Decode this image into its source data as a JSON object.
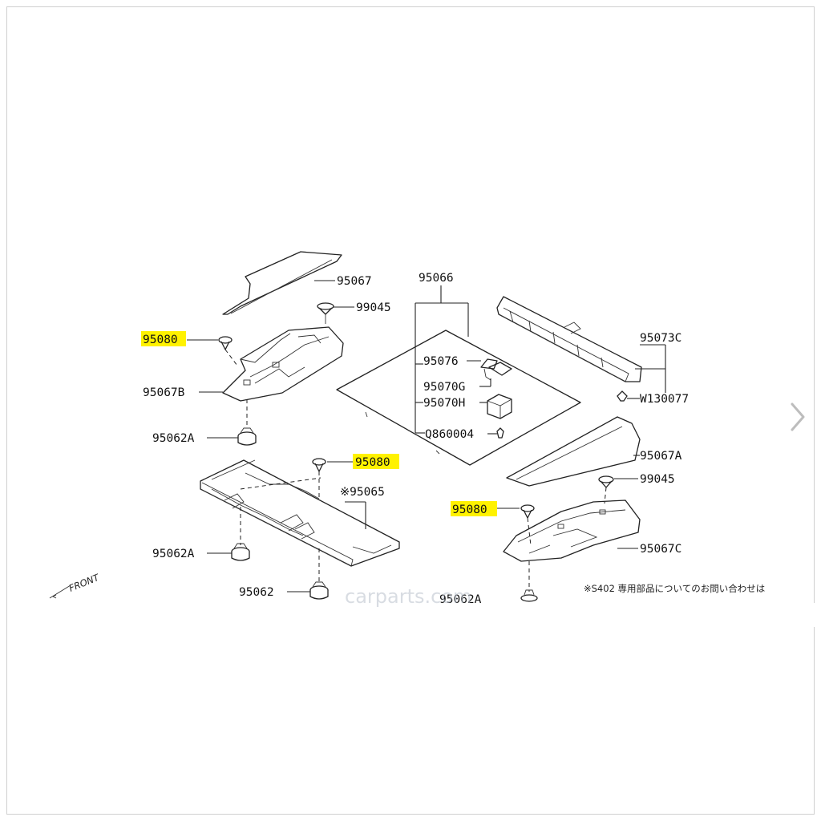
{
  "diagram": {
    "highlight_color": "#fff200",
    "labels": {
      "p95067": "95067",
      "p99045_top": "99045",
      "p95080_left": "95080",
      "p95067b": "95067B",
      "p95062a_top": "95062A",
      "p95080_mid": "95080",
      "p95065": "※95065",
      "p95062a_bottom": "95062A",
      "p95062": "95062",
      "p95066": "95066",
      "p95076": "95076",
      "p95070g": "95070G",
      "p95070h": "95070H",
      "q860004": "Q860004",
      "p95062a_cut": "95062A",
      "p95073c": "95073C",
      "w130077": "W130077",
      "p95067a": "95067A",
      "p99045_right": "99045",
      "p95080_right": "95080",
      "p95067c": "95067C"
    },
    "front_marker": "FRONT",
    "footnote": "※S402 専用部品についてのお問い合わせは",
    "watermark": "carparts.com"
  },
  "nav": {
    "next_icon": "chevron-right-icon",
    "color": "#bdbdbd"
  }
}
